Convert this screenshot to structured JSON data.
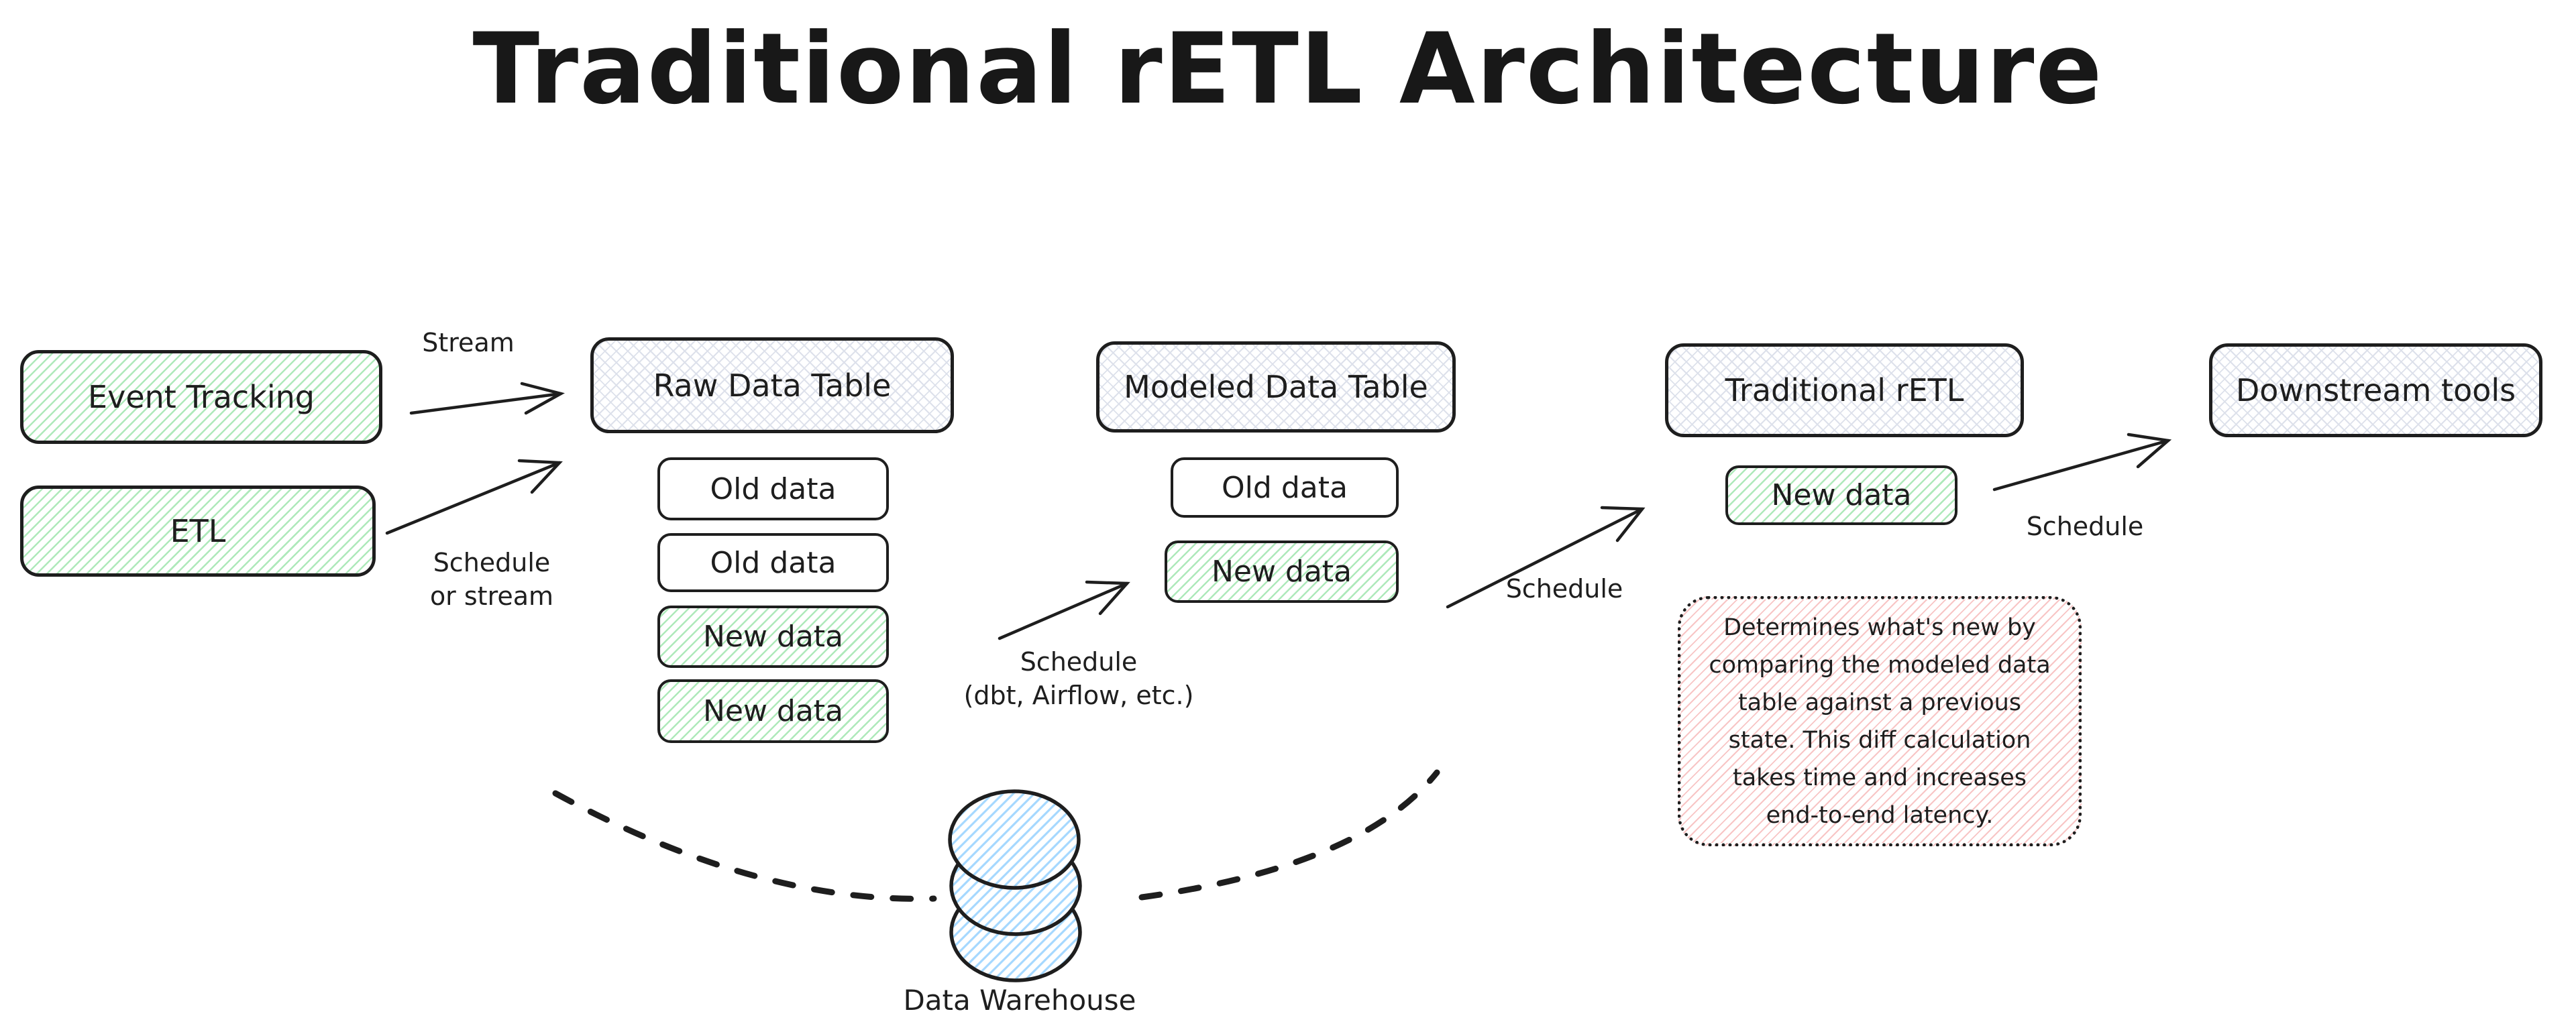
{
  "title": "Traditional rETL Architecture",
  "nodes": {
    "event_tracking": {
      "label": "Event Tracking"
    },
    "etl": {
      "label": "ETL"
    },
    "raw_table": {
      "title": "Raw Data Table",
      "rows": [
        "Old data",
        "Old data",
        "New data",
        "New data"
      ]
    },
    "modeled_table": {
      "title": "Modeled Data Table",
      "rows": [
        "Old data",
        "New data"
      ]
    },
    "traditional_retl": {
      "title": "Traditional rETL",
      "rows": [
        "New data"
      ]
    },
    "downstream_tools": {
      "title": "Downstream tools"
    },
    "data_warehouse": {
      "label": "Data Warehouse"
    }
  },
  "edge_labels": {
    "stream": "Stream",
    "schedule_or_stream": [
      "Schedule",
      "or stream"
    ],
    "schedule_dbt": [
      "Schedule",
      "(dbt, Airflow, etc.)"
    ],
    "schedule_to_retl": "Schedule",
    "schedule_to_downstream": "Schedule"
  },
  "note": {
    "lines": [
      "Determines what's new by",
      "comparing the modeled data",
      "table against a previous",
      "state. This diff calculation",
      "takes time and increases",
      "end-to-end latency."
    ]
  },
  "colors": {
    "stroke": "#1e1e1e",
    "green_hatch": "#aee9ba",
    "gray_hatch": "#dde1eb",
    "pink_hatch": "#f8c5c5",
    "blue_hatch": "#a5d8ff",
    "background": "#ffffff"
  }
}
